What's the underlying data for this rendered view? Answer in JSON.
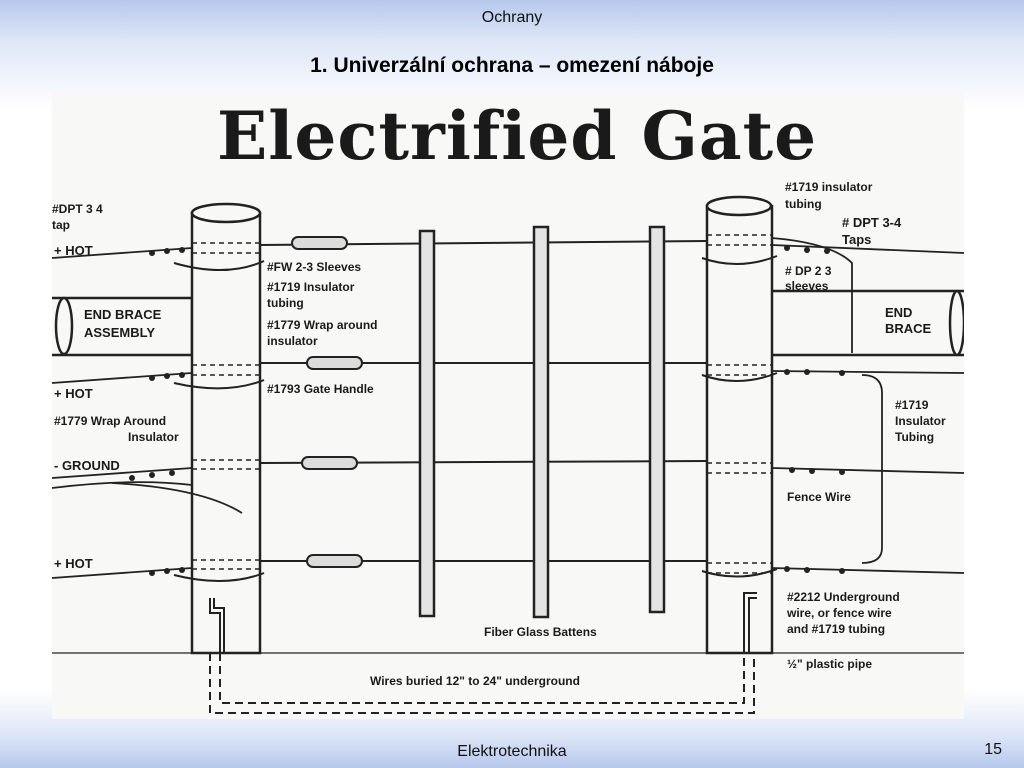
{
  "header": {
    "title": "Ochrany"
  },
  "slide": {
    "title": "1. Univerzální ochrana – omezení náboje"
  },
  "diagram": {
    "title": "Electrified Gate",
    "left_labels": {
      "dpt_tap_1": "#DPT 3 4",
      "dpt_tap_2": "tap",
      "hot_1": "+ HOT",
      "brace_1": "END BRACE",
      "brace_2": "ASSEMBLY",
      "hot_2": "+ HOT",
      "wrap_1": "#1779 Wrap Around",
      "wrap_2": "Insulator",
      "ground": "- GROUND",
      "hot_3": "+ HOT"
    },
    "center_labels": {
      "sleeves": "#FW 2-3 Sleeves",
      "tubing_1": "#1719 Insulator",
      "tubing_2": "tubing",
      "wrap_1": "#1779 Wrap around",
      "wrap_2": "insulator",
      "handle": "#1793 Gate Handle",
      "battens": "Fiber Glass Battens",
      "buried": "Wires buried 12\" to 24\" underground"
    },
    "right_labels": {
      "ins_tubing_1": "#1719 insulator",
      "ins_tubing_2": "tubing",
      "dpt_taps_1": "# DPT 3-4",
      "dpt_taps_2": "Taps",
      "dp_sleeves_1": "# DP 2 3",
      "dp_sleeves_2": "sleeves",
      "brace_1": "END",
      "brace_2": "BRACE",
      "tubing2_1": "#1719",
      "tubing2_2": "Insulator",
      "tubing2_3": "Tubing",
      "fence_wire": "Fence Wire",
      "underground_1": "#2212 Underground",
      "underground_2": "wire, or fence wire",
      "underground_3": "and #1719 tubing",
      "pipe": "½\" plastic pipe"
    }
  },
  "footer": {
    "text": "Elektrotechnika",
    "page": "15"
  }
}
